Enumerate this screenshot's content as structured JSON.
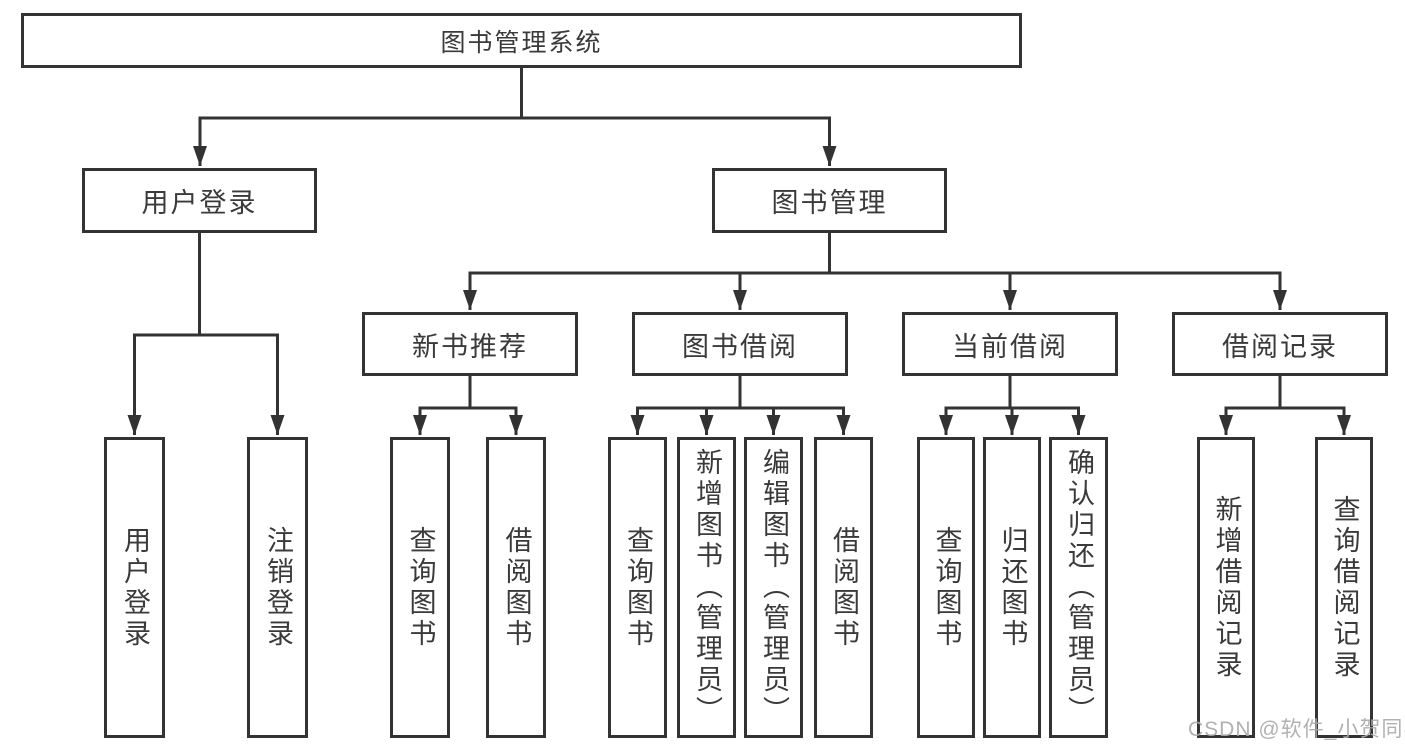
{
  "root": {
    "label": "图书管理系统"
  },
  "login": {
    "label": "用户登录",
    "children": [
      "用户登录",
      "注销登录"
    ]
  },
  "mgmt": {
    "label": "图书管理",
    "groups": [
      {
        "label": "新书推荐",
        "children": [
          "查询图书",
          "借阅图书"
        ]
      },
      {
        "label": "图书借阅",
        "children": [
          "查询图书",
          "新增图书（管理员）",
          "编辑图书（管理员）",
          "借阅图书"
        ]
      },
      {
        "label": "当前借阅",
        "children": [
          "查询图书",
          "归还图书",
          "确认归还（管理员）"
        ]
      },
      {
        "label": "借阅记录",
        "children": [
          "新增借阅记录",
          "查询借阅记录"
        ]
      }
    ]
  },
  "watermark": {
    "text": "CSDN @软件_小贺同学"
  },
  "colors": {
    "line": "#333333",
    "text": "#3a3a3a",
    "background": "#ffffff",
    "watermark": "#ababab"
  }
}
